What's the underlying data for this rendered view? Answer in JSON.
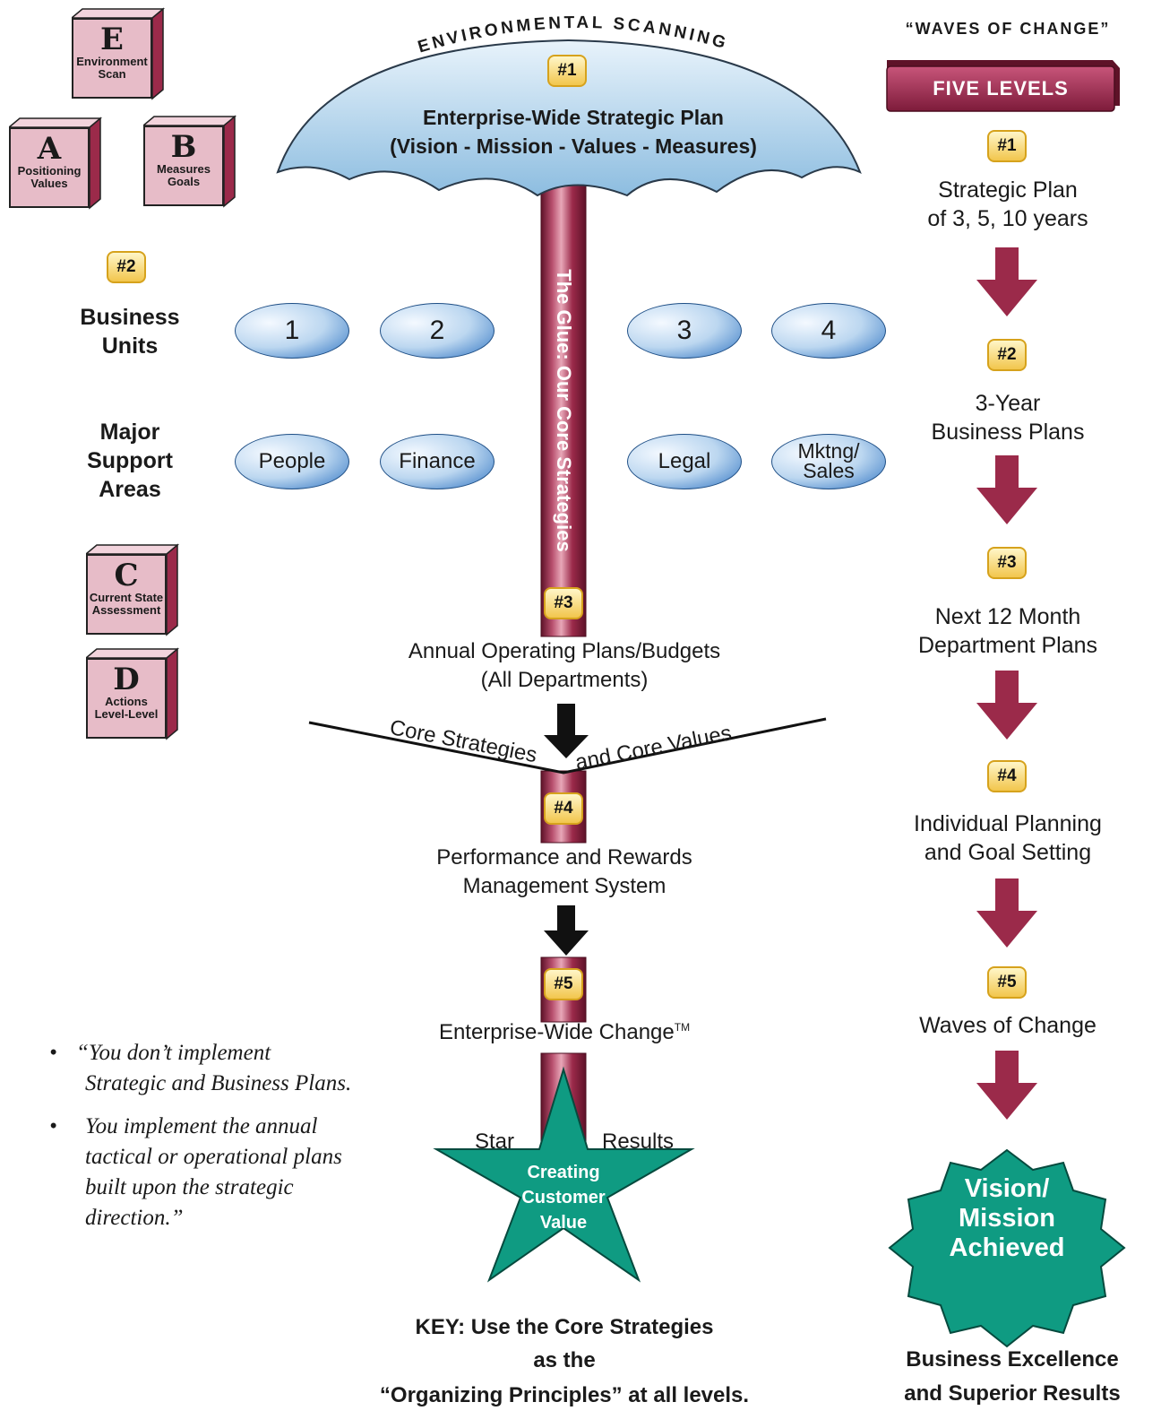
{
  "umbrella": {
    "arc_text": "ENVIRONMENTAL SCANNING",
    "badge": "#1",
    "title_line1": "Enterprise-Wide Strategic Plan",
    "title_line2": "(Vision - Mission - Values - Measures)"
  },
  "pole": {
    "text": "The Glue: Our Core Strategies",
    "badge3": "#3",
    "badge4": "#4",
    "badge5": "#5"
  },
  "cubes": [
    {
      "letter": "E",
      "line1": "Environment",
      "line2": "Scan"
    },
    {
      "letter": "A",
      "line1": "Positioning",
      "line2": "Values"
    },
    {
      "letter": "B",
      "line1": "Measures",
      "line2": "Goals"
    },
    {
      "letter": "C",
      "line1": "Current State",
      "line2": "Assessment"
    },
    {
      "letter": "D",
      "line1": "Actions",
      "line2": "Level-Level"
    }
  ],
  "left": {
    "badge2": "#2",
    "business_units_line1": "Business",
    "business_units_line2": "Units",
    "support_line1": "Major",
    "support_line2": "Support",
    "support_line3": "Areas"
  },
  "business_units": [
    "1",
    "2",
    "3",
    "4"
  ],
  "support_areas": [
    "People",
    "Finance",
    "Legal",
    "Mktng/",
    "Sales"
  ],
  "center": {
    "annual_line1": "Annual Operating Plans/Budgets",
    "annual_line2": "(All Departments)",
    "v_left": "Core Strategies",
    "v_right": "and Core Values",
    "perf_line1": "Performance and Rewards",
    "perf_line2": "Management System",
    "change": "Enterprise-Wide Change",
    "tm": "TM",
    "star_left": "Star",
    "star_right": "Results",
    "star_line1": "Creating",
    "star_line2": "Customer",
    "star_line3": "Value",
    "key_line1": "KEY: Use the Core Strategies",
    "key_line2": "as the",
    "key_line3": "“Organizing Principles” at all levels."
  },
  "quotes": {
    "q1_line1": "“You don’t implement",
    "q1_line2": "Strategic and Business Plans.",
    "q2_line1": "You implement the annual",
    "q2_line2": "tactical or operational plans",
    "q2_line3": "built upon the strategic",
    "q2_line4": "direction.”",
    "bullet": "•"
  },
  "waves": {
    "title": "“WAVES OF CHANGE”",
    "banner": "FIVE LEVELS",
    "levels": [
      {
        "badge": "#1",
        "line1": "Strategic Plan",
        "line2": "of 3, 5, 10 years"
      },
      {
        "badge": "#2",
        "line1": "3-Year",
        "line2": "Business Plans"
      },
      {
        "badge": "#3",
        "line1": "Next 12 Month",
        "line2": "Department Plans"
      },
      {
        "badge": "#4",
        "line1": "Individual Planning",
        "line2": "and Goal Setting"
      },
      {
        "badge": "#5",
        "line1": "Waves of Change",
        "line2": ""
      }
    ],
    "burst_line1": "Vision/",
    "burst_line2": "Mission",
    "burst_line3": "Achieved",
    "footer_line1": "Business Excellence",
    "footer_line2": "and Superior Results"
  },
  "colors": {
    "maroon": "#9b2a4a",
    "teal": "#0f9b82",
    "umbrella_blue": "#b9d6ec",
    "badge_yellow": "#f2c64d",
    "cube_pink": "#e7bcc8"
  }
}
